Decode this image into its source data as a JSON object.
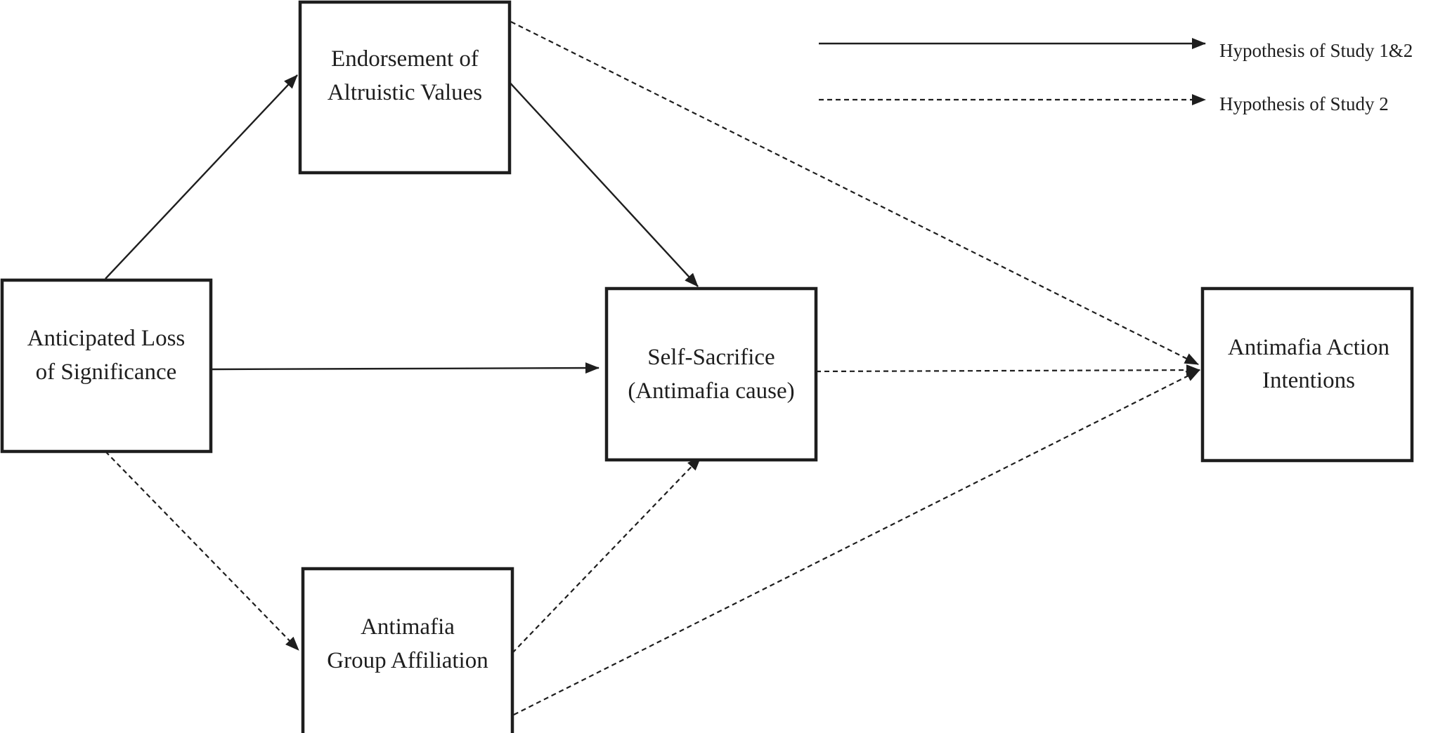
{
  "legend": {
    "solid_label": "Hypothesis of Study 1&2",
    "dashed_label": "Hypothesis of Study 2"
  },
  "nodes": {
    "anticipated_loss": {
      "line1": "Anticipated Loss",
      "line2": "of Significance"
    },
    "altruistic_values": {
      "line1": "Endorsement of",
      "line2": "Altruistic Values"
    },
    "self_sacrifice": {
      "line1": "Self-Sacrifice",
      "line2": "(Antimafia cause)"
    },
    "group_affiliation": {
      "line1": "Antimafia",
      "line2": "Group Affiliation"
    },
    "action_intentions": {
      "line1": "Antimafia Action",
      "line2": "Intentions"
    }
  },
  "edges": [
    {
      "from": "anticipated_loss",
      "to": "altruistic_values",
      "style": "solid"
    },
    {
      "from": "altruistic_values",
      "to": "self_sacrifice",
      "style": "solid"
    },
    {
      "from": "anticipated_loss",
      "to": "self_sacrifice",
      "style": "solid"
    },
    {
      "from": "anticipated_loss",
      "to": "group_affiliation",
      "style": "dashed"
    },
    {
      "from": "group_affiliation",
      "to": "self_sacrifice",
      "style": "dashed"
    },
    {
      "from": "altruistic_values",
      "to": "action_intentions",
      "style": "dashed"
    },
    {
      "from": "self_sacrifice",
      "to": "action_intentions",
      "style": "dashed"
    },
    {
      "from": "group_affiliation",
      "to": "action_intentions",
      "style": "dashed"
    }
  ]
}
